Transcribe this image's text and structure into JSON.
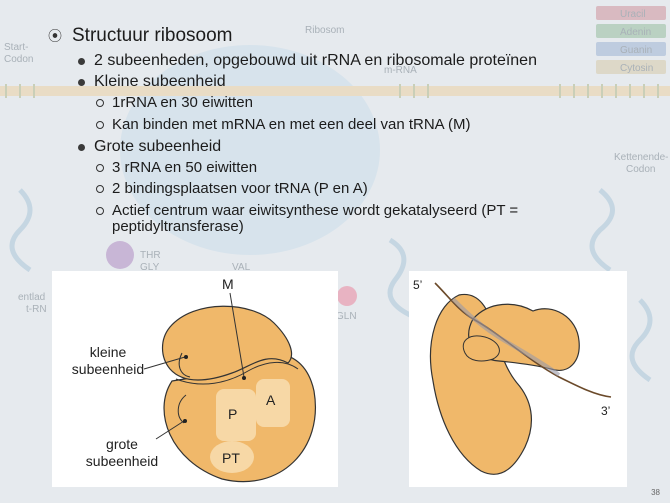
{
  "bullets": {
    "title": "Structuur ribosoom",
    "items": [
      "2 subeenheden, opgebouwd uit rRNA en ribosomale proteïnen",
      "Kleine subeenheid",
      "Grote subeenheid"
    ],
    "small_sub": [
      "1rRNA en 30 eiwitten",
      "Kan binden met mRNA en met een deel van tRNA (M)"
    ],
    "large_sub": [
      "3 rRNA en 50 eiwitten",
      "2 bindingsplaatsen voor tRNA (P en A)",
      "Actief centrum waar eiwitsynthese wordt gekatalyseerd (PT = peptidyltransferase)"
    ]
  },
  "figure_left": {
    "label_m": "M",
    "label_small_line1": "kleine",
    "label_small_line2": "subeenheid",
    "label_large_line1": "grote",
    "label_large_line2": "subeenheid",
    "label_p": "P",
    "label_a": "A",
    "label_pt": "PT"
  },
  "figure_right": {
    "label_5": "5’",
    "label_3": "3’"
  },
  "background": {
    "label_ribosom": "Ribosom",
    "label_start": "Start-",
    "label_codon": "Codon",
    "label_mrna": "m-RNA",
    "legend": [
      "Uracil",
      "Adenin",
      "Guanin",
      "Cytosin"
    ],
    "legend_colors": [
      "#c9818a",
      "#86b48b",
      "#8fa8cc",
      "#d2c39a"
    ],
    "label_kettenende": "Kettenende-",
    "label_kettenende2": "Codon",
    "label_thr": "THR",
    "label_gly": "GLY",
    "label_val": "VAL",
    "label_gln": "GLN",
    "label_entlad": "entlad",
    "label_trna": "t-RN",
    "page_number": "38"
  },
  "colors": {
    "ribosome_fill": "#f0b86a",
    "ribosome_stroke": "#333333",
    "site_fill": "#f7d8a6"
  }
}
